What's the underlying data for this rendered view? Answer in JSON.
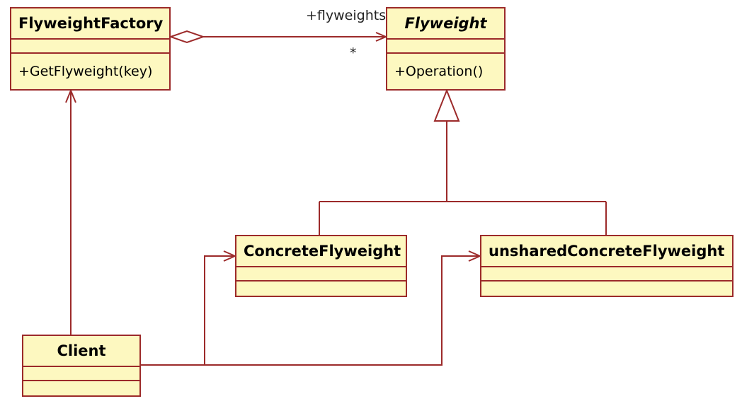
{
  "colors": {
    "line": "#9c2a2a",
    "fill": "#fdf8c0"
  },
  "classes": {
    "flyweight_factory": {
      "name": "FlyweightFactory",
      "operation": "+GetFlyweight(key)"
    },
    "flyweight": {
      "name": "Flyweight",
      "operation": "+Operation()"
    },
    "concrete_flyweight": {
      "name": "ConcreteFlyweight",
      "operation": ""
    },
    "unshared_concrete_flyweight": {
      "name": "unsharedConcreteFlyweight",
      "operation": ""
    },
    "client": {
      "name": "Client",
      "operation": ""
    }
  },
  "associations": {
    "factory_to_flyweight": {
      "role": "+flyweights",
      "multiplicity": "*"
    }
  }
}
